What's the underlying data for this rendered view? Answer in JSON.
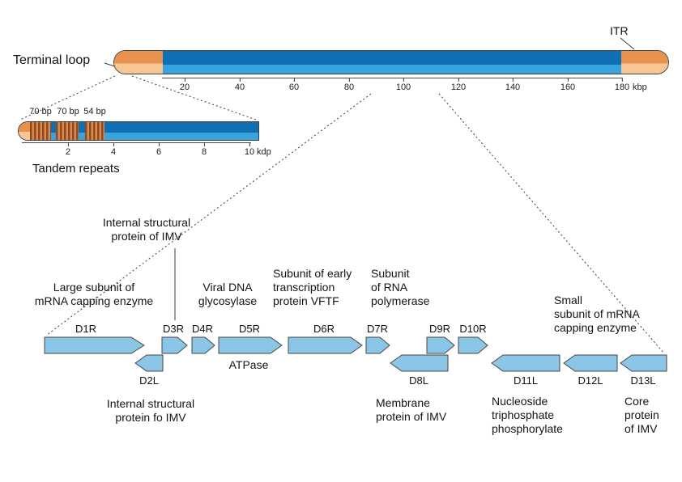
{
  "labels": {
    "terminal_loop": "Terminal loop",
    "itr": "ITR",
    "tandem_repeats": "Tandem repeats"
  },
  "main_scale": {
    "ticks": [
      "20",
      "40",
      "60",
      "80",
      "100",
      "120",
      "140",
      "160",
      "180"
    ],
    "unit": "kbp"
  },
  "inset_scale": {
    "ticks": [
      "2",
      "4",
      "6",
      "8",
      "10"
    ],
    "unit": "kdp"
  },
  "repeat_labels": [
    "70 bp",
    "70 bp",
    "54 bp"
  ],
  "genes": [
    {
      "name": "D1R",
      "direction": "right"
    },
    {
      "name": "D2L",
      "direction": "left"
    },
    {
      "name": "D3R",
      "direction": "right"
    },
    {
      "name": "D4R",
      "direction": "right"
    },
    {
      "name": "D5R",
      "direction": "right"
    },
    {
      "name": "D6R",
      "direction": "right"
    },
    {
      "name": "D7R",
      "direction": "right"
    },
    {
      "name": "D8L",
      "direction": "left"
    },
    {
      "name": "D9R",
      "direction": "right"
    },
    {
      "name": "D10R",
      "direction": "right"
    },
    {
      "name": "D11L",
      "direction": "left"
    },
    {
      "name": "D12L",
      "direction": "left"
    },
    {
      "name": "D13L",
      "direction": "left"
    }
  ],
  "annotations": {
    "d3r_top": "Internal structural\nprotein of IMV",
    "d1r_top": "Large subunit of\nmRNA capping enzyme",
    "d4r_top": "Viral DNA\nglycosylase",
    "d6r_top": "Subunit of early\ntranscription\nprotein VFTF",
    "d7r_top": "Subunit\nof RNA\npolymerase",
    "d12l_top": "Small\nsubunit of mRNA\ncapping enzyme",
    "d5r_bottom": "ATPase",
    "d2l_bottom": "Internal structural\nprotein fo IMV",
    "d8l_bottom": "Membrane\nprotein of IMV",
    "d11l_bottom": "Nucleoside\ntriphosphate\nphosphorylate",
    "d13l_bottom": "Core\nprotein\nof IMV"
  },
  "colors": {
    "genome_blue_dark": "#0e6fb2",
    "genome_blue_light": "#38a3dc",
    "itr_orange_dark": "#e8914d",
    "itr_orange_light": "#f6c694",
    "gene_arrow_fill": "#8cc6e6",
    "repeat_stripe_dark": "#8a4a26",
    "repeat_stripe_light": "#e08a4a"
  }
}
